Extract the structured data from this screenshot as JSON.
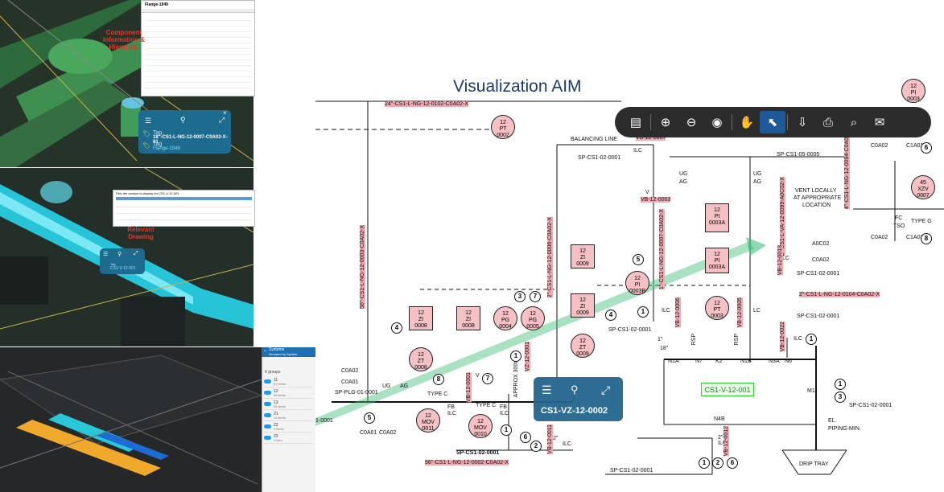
{
  "pid": {
    "title": "Visualization AIM",
    "line_labels": {
      "l1": "24\"-CS1-L-NG-12-0102-C0A02-X",
      "l2": "56\"-CS1-L-NG-12-0003-C0A02-X",
      "l3": "2\"-CS1-L-NG-12-0006-C0A02-X",
      "l4": "1\"-CS1-L-NG-12-0007-C0A02-X",
      "l5": "4\"-CS1-L-NG-12-0094-C0A02-X",
      "l6": "2\"-CS1-L-VA-12-0099-A0C02-X",
      "l7": "2\"-CS1-L-NG-12-0104-C0A02-X",
      "l8": "56\"-CS1-L-NG-12-0002-C0A02-X"
    },
    "texts": {
      "balancing_line": "BALANCING LINE",
      "ilc": "ILC",
      "sp1": "SP-CS1-02-0001",
      "sp_1_05": "SP-CS1-05-0005",
      "vent": "VENT LOCALLY",
      "vent2": "AT APPROPRIATE",
      "vent3": "LOCATION",
      "ug": "UG",
      "ag": "AG",
      "coa02": "C0A02",
      "a0c02": "A0C02",
      "c1a01": "C1A01",
      "fc_tso": "FC",
      "tso": "TSO",
      "type_g": "TYPE G",
      "type_c": "TYPE C",
      "type_c2": "TYPE C",
      "n1a": "N1A",
      "n7": "N7",
      "k2": "K2",
      "n1b": "N1B",
      "n3a": "N3A",
      "n6": "N6",
      "n4b": "N4B",
      "m1": "M1",
      "el": "EL.",
      "piping_min": "PIPING-MIN.",
      "drip_tray": "DRIP TRAY",
      "sp_plg": "SP-PLG-01-0001",
      "c0a01": "C0A01",
      "c0a02b": "C0A02",
      "rsp": "RSP",
      "rsp2": "RSP",
      "lc": "LC",
      "fb": "FB",
      "fb2": "FB",
      "approx": "APPROX 300mm",
      "n1": "1-0001",
      "one_in": "1\"",
      "eighteen": "18\"",
      "two_in": "2\"",
      "v": "V",
      "vb_1": "VB-12-0003",
      "vb_2": "VB-12-0006",
      "vb_3": "VB-12-0005",
      "vb_4": "VB-12-0022",
      "vb_5": "VB-12-0013",
      "vb_6": "VB-12-0012",
      "vb_7": "VB-12-0011",
      "vb_8": "VB-12-0001",
      "zv": "VZ-12-0001",
      "vb_top": "VB-12-0007"
    },
    "instruments": {
      "pt2": [
        "12",
        "PT",
        "0002"
      ],
      "zi8": [
        "12",
        "ZI",
        "0008"
      ],
      "zi8b": [
        "12",
        "ZI",
        "0008"
      ],
      "zt8": [
        "12",
        "ZT",
        "0008"
      ],
      "pg4": [
        "12",
        "PG",
        "0004"
      ],
      "pg5": [
        "12",
        "PG",
        "0005"
      ],
      "zi9": [
        "12",
        "ZI",
        "0009"
      ],
      "zi9b": [
        "12",
        "ZI",
        "0009"
      ],
      "zt9": [
        "12",
        "ZT",
        "0009"
      ],
      "pi3b": [
        "12",
        "PI",
        "0003B"
      ],
      "pi3a": [
        "12",
        "PI",
        "0003A"
      ],
      "pi3a2": [
        "12",
        "PI",
        "0003A"
      ],
      "pt3": [
        "12",
        "PT",
        "0003"
      ],
      "xzv7": [
        "45",
        "XZV",
        "0007"
      ],
      "mov11": [
        "12",
        "MOV",
        "0011"
      ],
      "mov10": [
        "12",
        "MOV",
        "0010"
      ],
      "pi3": [
        "12",
        "PI",
        "0003"
      ]
    },
    "callouts": [
      "4",
      "3",
      "7",
      "5",
      "1",
      "4",
      "5",
      "1",
      "8",
      "7",
      "6",
      "2",
      "1",
      "2",
      "6",
      "1",
      "1",
      "3",
      "6",
      "8",
      "5",
      "8",
      "1"
    ],
    "tag_card_label": "CS1-VZ-12-0002",
    "highlight_tag": "CS1-V-12-001"
  },
  "toolbar": {
    "icons": [
      "document-icon",
      "zoom-in-icon",
      "zoom-out-icon",
      "view-icon",
      "pan-hand-icon",
      "select-pointer-icon",
      "export-icon",
      "print-icon",
      "search-icon",
      "comments-icon"
    ],
    "active": "select-pointer-icon"
  },
  "panel_top": {
    "annotation": "Component Information & Hierarchy",
    "prop_title": "Flange-1949",
    "tag_label": "Tag",
    "tag_value": "18\"-CS1-L-NG-12-0007-C0A02-X-01",
    "tag2_label": "Tag",
    "tag2_value": "Flange-1949"
  },
  "panel_mid": {
    "annotation": "Relevant Drawing",
    "dialog_title": "Pick the version to display for CS1-V-12-001",
    "tag_label": "Tag",
    "tag_value": "CS1-V-12-001"
  },
  "systems_panel": {
    "title": "Systems",
    "subtitle": "Grouped by System",
    "groups_label": "6 groups",
    "rows": [
      {
        "name": "11",
        "count": "87 items"
      },
      {
        "name": "12",
        "count": "65 items"
      },
      {
        "name": "13",
        "count": "51 items"
      },
      {
        "name": "21",
        "count": "11 items"
      },
      {
        "name": "22",
        "count": "9 items"
      },
      {
        "name": "23",
        "count": "1 item"
      }
    ]
  },
  "colors": {
    "toolbar_bg": "#2c2c2c",
    "accent_blue": "#1e5a9a",
    "tag_card": "#23658e",
    "highlight_green": "#2bd02b",
    "line_pink": "#f2aab0",
    "title_blue": "#1b3b6e"
  }
}
